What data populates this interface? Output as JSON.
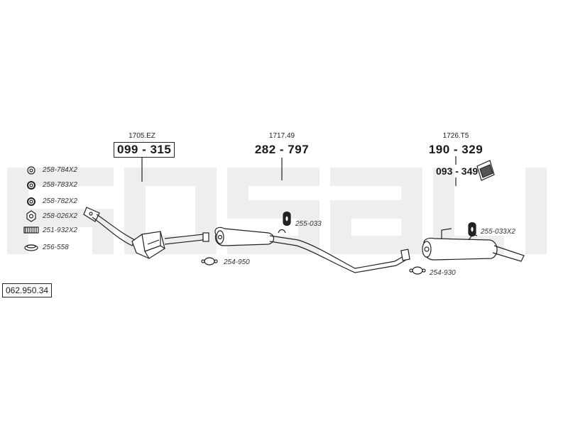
{
  "diagram_id": "062.950.34",
  "watermark": "bosal",
  "accessories": [
    {
      "code": "258-784X2",
      "icon": "washer-icon"
    },
    {
      "code": "258-783X2",
      "icon": "ring-icon"
    },
    {
      "code": "258-782X2",
      "icon": "ring-icon"
    },
    {
      "code": "258-026X2",
      "icon": "hex-nut-icon"
    },
    {
      "code": "251-932X2",
      "icon": "spring-icon"
    },
    {
      "code": "256-558",
      "icon": "gasket-icon"
    }
  ],
  "sections": {
    "catalyst": {
      "part_ref": "1705.EZ",
      "part_number": "099 - 315"
    },
    "middle": {
      "part_ref": "1717.49",
      "part_number": "282 - 797"
    },
    "rear": {
      "part_ref": "1726.T5",
      "part_number": "190 - 329",
      "bracket_number": "093 - 349"
    }
  },
  "fittings": {
    "clamp_front": "254-950",
    "hanger_middle": "255-033",
    "clamp_rear": "254-930",
    "hanger_rear": "255-033X2"
  },
  "colors": {
    "line": "#222222",
    "watermark": "#eeeeee"
  }
}
